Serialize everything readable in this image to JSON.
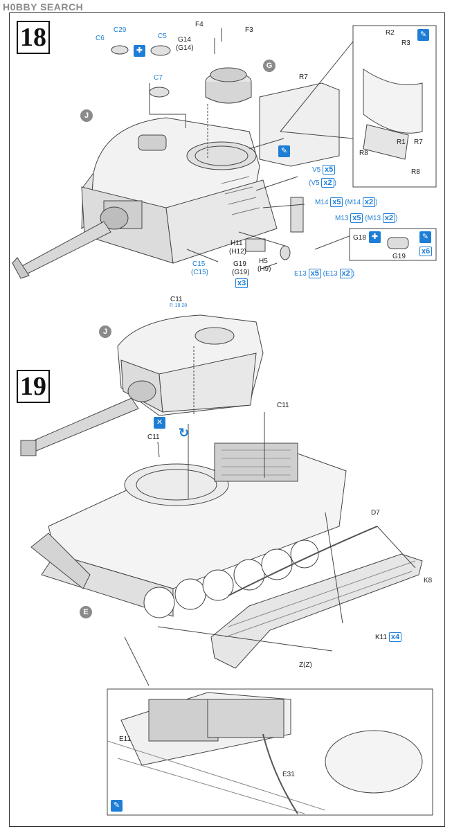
{
  "watermark": "H0BBY SEARCH",
  "steps": [
    "18",
    "19"
  ],
  "part_labels": {
    "c6": "C6",
    "c29": "C29",
    "c5": "C5",
    "c7": "C7",
    "g14": "G14",
    "g14b": "(G14)",
    "f4": "F4",
    "f3": "F3",
    "g": "G",
    "r7": "R7",
    "j": "J",
    "r2": "R2",
    "r3": "R3",
    "r1": "R1",
    "r7b": "R7",
    "r8a": "R8",
    "r8b": "R8",
    "v5": "V5",
    "v5b": "(V5",
    "m14": "M14",
    "m14b": "(M14",
    "m13": "M13",
    "m13b": "(M13",
    "h11": "H11",
    "h12": "(H12)",
    "g19": "G19",
    "g19b": "(G19)",
    "h5": "H5",
    "h9": "(H9)",
    "e13": "E13",
    "e13b": "(E13",
    "c15": "C15",
    "c15b": "(C15)",
    "g18": "G18",
    "g19c": "G19",
    "c11a": "C11",
    "c11b": "C11",
    "c11c": "C11",
    "j2": "J",
    "e": "E",
    "d7": "D7",
    "k8": "K8",
    "k11": "K11",
    "zz": "Z(Z)",
    "e11": "E11",
    "e31": "E31"
  },
  "qty_badges": {
    "v5": "x5",
    "v5b": "x2",
    "m14": "x5",
    "m14b": "x2",
    "m13": "x5",
    "m13b": "x2",
    "g19": "x3",
    "e13": "x5",
    "e13b": "x2",
    "g18": "x6",
    "k11": "x4"
  },
  "tiny_ref": "P. 18 28",
  "colors": {
    "accent_blue": "#1e7ed6",
    "marker_gray": "#8a8a8a",
    "line": "#333333"
  },
  "icons": [
    "glue-icon",
    "cement-icon",
    "turn-icon",
    "optional-part-icon"
  ]
}
